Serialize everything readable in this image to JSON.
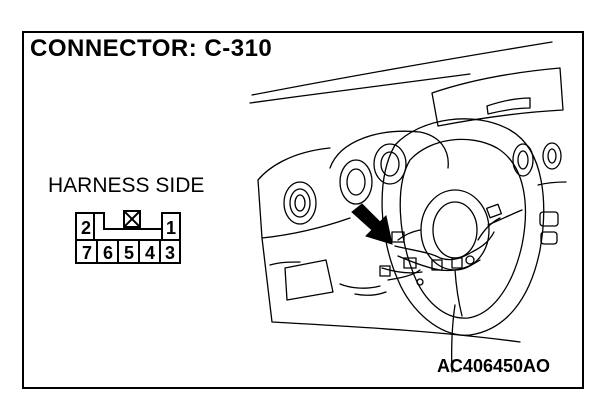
{
  "header": {
    "title": "CONNECTOR: C-310"
  },
  "connector": {
    "side_label": "HARNESS SIDE",
    "top_row": [
      "2",
      "",
      "1"
    ],
    "bottom_row": [
      "7",
      "6",
      "5",
      "4",
      "3"
    ]
  },
  "footer": {
    "code": "AC406450AO"
  }
}
